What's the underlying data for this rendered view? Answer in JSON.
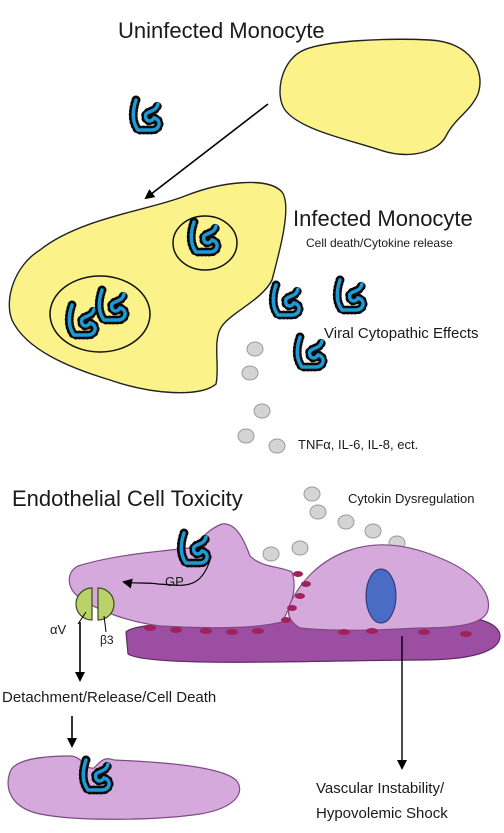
{
  "labels": {
    "uninfected": "Uninfected Monocyte",
    "infected": "Infected Monocyte",
    "cell_death": "Cell death/Cytokine release",
    "viral_effects": "Viral Cytopathic Effects",
    "cytokines": "TNFα, IL-6, IL-8, ect.",
    "endothelial": "Endothelial Cell Toxicity",
    "dysregulation": "Cytokin Dysregulation",
    "gp": "GP",
    "alpha_v": "αV",
    "beta3": "β3",
    "detachment": "Detachment/Release/Cell Death",
    "vascular_line1": "Vascular Instability/",
    "vascular_line2": "Hypovolemic Shock"
  },
  "colors": {
    "monocyte": "#fbf38a",
    "endothelial_light": "#d6a9dc",
    "endothelial_dark": "#9c4fa2",
    "nucleus": "#4a6cc4",
    "junction": "#a0225a",
    "integrin": "#b9d36a",
    "virus": "#1e9ad6",
    "cytokine": "#d4d4d4"
  },
  "icons": {
    "virus": "virus-icon",
    "cytokine": "cytokine-particle-icon",
    "integrin": "integrin-receptor-icon"
  }
}
